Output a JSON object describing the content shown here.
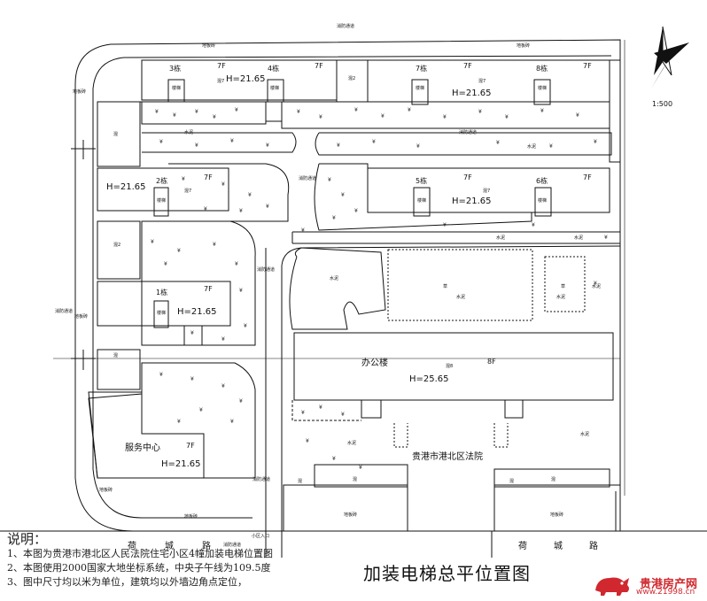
{
  "north_arrow": {
    "scale": "1:500"
  },
  "roads": {
    "fire_lane": "消防通道",
    "parking": "地板砖",
    "cement": "水泥",
    "lawn": "草"
  },
  "buildings": {
    "b1": {
      "name": "1栋",
      "floors": "7F",
      "height": "H=21.65"
    },
    "b2": {
      "name": "2栋",
      "floors": "7F",
      "height": "H=21.65"
    },
    "b3": {
      "name": "3栋",
      "floors": "7F",
      "height": "H=21.65"
    },
    "b4": {
      "name": "4栋",
      "floors": "7F"
    },
    "b5": {
      "name": "5栋",
      "floors": "7F",
      "height": "H=21.65"
    },
    "b6": {
      "name": "6栋",
      "floors": "7F"
    },
    "b7": {
      "name": "7栋",
      "floors": "7F",
      "height": "H=21.65"
    },
    "b8": {
      "name": "8栋",
      "floors": "7F"
    },
    "office": {
      "name": "办公楼",
      "floors": "8F",
      "height": "H=25.65"
    },
    "service": {
      "name": "服务中心",
      "floors": "7F",
      "height": "H=21.65"
    }
  },
  "stair_label": "楼梯",
  "struct_label": "混",
  "struct7_label": "混7",
  "struct2_label": "混2",
  "struct8_label": "混8",
  "court_name": "贵港市港北区法院",
  "street": {
    "chars": [
      "荷",
      "城",
      "路"
    ]
  },
  "entrance": "小区入口",
  "notes": {
    "heading": "说明：",
    "lines": [
      "1、本图为贵港市港北区人民法院住宅小区4幢加装电梯位置图",
      "2、本图使用2000国家大地坐标系统，中央子午线为109.5度",
      "3、图中尺寸均以米为单位，建筑均以外墙边角点定位，"
    ]
  },
  "drawing_title": "加装电梯总平位置图",
  "logo": {
    "brand": "贵港房产网",
    "url": "www.21998.cn"
  },
  "colors": {
    "line": "#111111",
    "logo": "#d0282e"
  }
}
